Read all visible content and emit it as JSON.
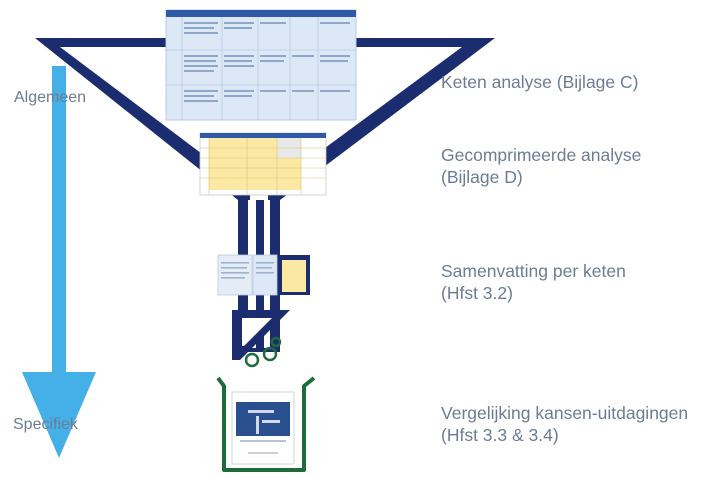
{
  "colors": {
    "funnel": "#1c2d6f",
    "arrow": "#45b0e8",
    "beaker": "#1e6b3c",
    "label_text": "#6b7d95",
    "table_blue": "#dce8f6",
    "table_yellow": "#fbe9a3"
  },
  "axis": {
    "top_label": "Algemeen",
    "bottom_label": "Specifiek"
  },
  "stages": [
    {
      "title": "Keten analyse (Bijlage C)",
      "subtitle": ""
    },
    {
      "title": "Gecomprimeerde analyse",
      "subtitle": "(Bijlage D)"
    },
    {
      "title": "Samenvatting per keten",
      "subtitle": "(Hfst 3.2)"
    },
    {
      "title": "Vergelijking kansen-uitdagingen",
      "subtitle": "(Hfst 3.3 & 3.4)"
    }
  ],
  "icons": {
    "funnel": "funnel-icon",
    "beaker": "beaker-icon",
    "arrow": "down-arrow-icon"
  }
}
